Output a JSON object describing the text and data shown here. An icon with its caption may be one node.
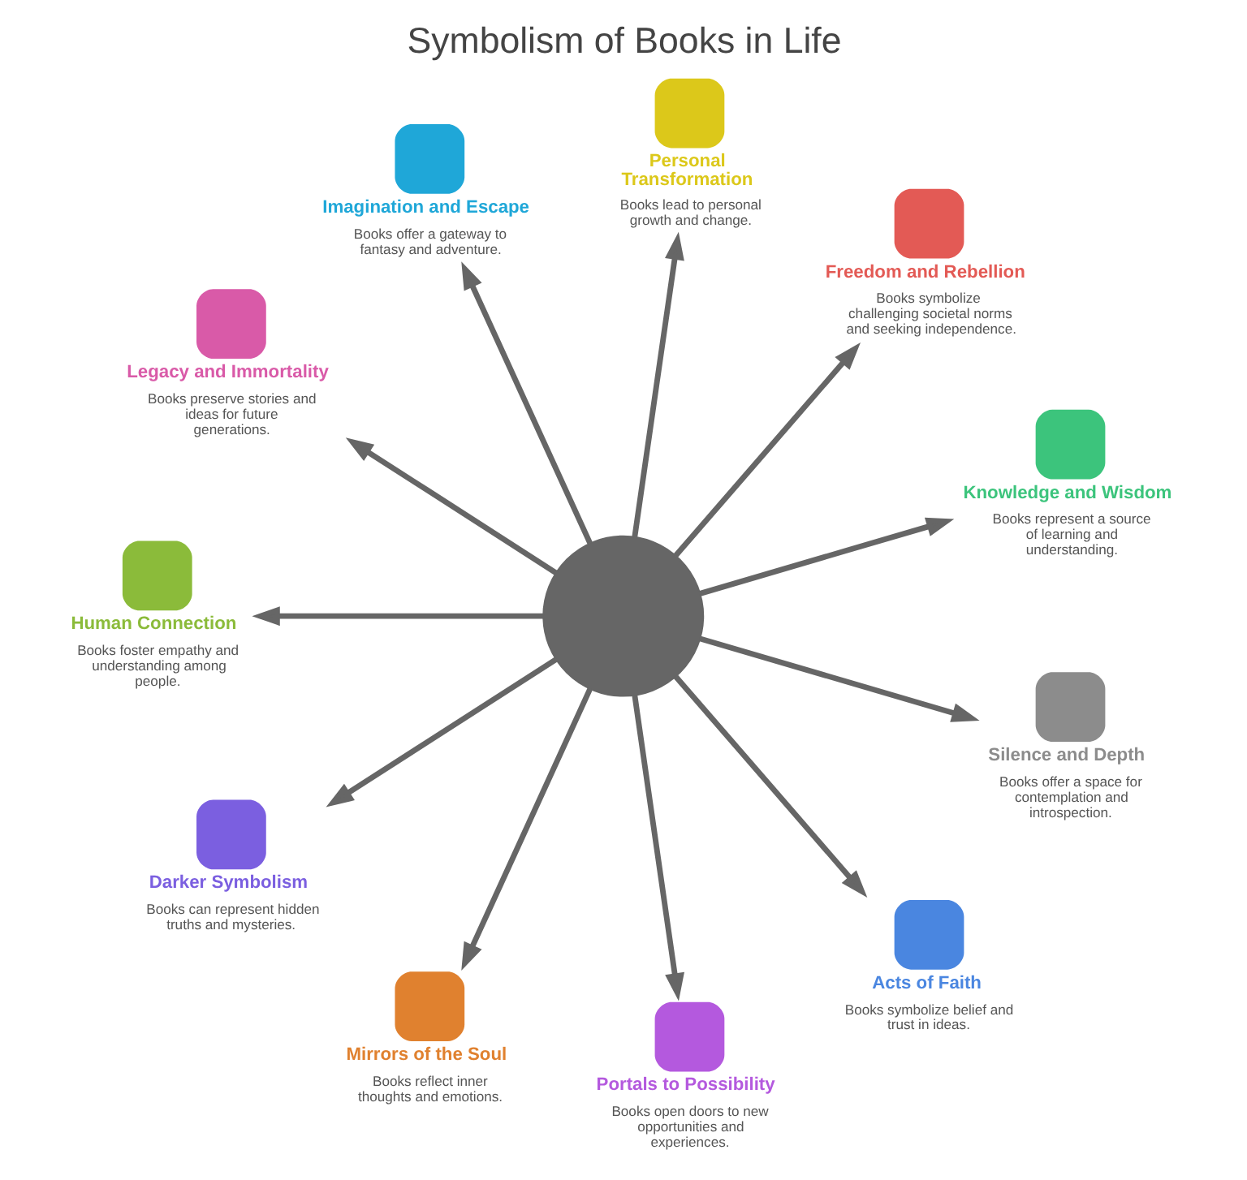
{
  "diagram": {
    "title": "Symbolism of Books in Life",
    "nodes": [
      {
        "text": [],
        "shape": "circle"
      },
      {
        "text": [
          "Knowledge and Wisdom",
          "Books represent a source of learning and understanding."
        ]
      },
      {
        "text": [
          "Freedom and Rebellion",
          "Books symbolize challenging societal norms and seeking independence."
        ]
      },
      {
        "text": [
          "Personal Transformation",
          "Books lead to personal growth and change."
        ]
      },
      {
        "text": [
          "Imagination and Escape",
          "Books offer a gateway to fantasy and adventure."
        ]
      },
      {
        "text": [
          "Legacy and Immortality",
          "Books preserve stories and ideas for future generations."
        ]
      },
      {
        "text": [
          "Human Connection",
          "Books foster empathy and understanding among people."
        ]
      },
      {
        "text": [
          "Darker Symbolism",
          "Books can represent hidden truths and mysteries."
        ]
      },
      {
        "text": [
          "Mirrors of the Soul",
          "Books reflect inner thoughts and emotions."
        ]
      },
      {
        "text": [
          "Portals to Possibility",
          "Books open doors to new opportunities and experiences."
        ]
      },
      {
        "text": [
          "Acts of Faith",
          "Books symbolize belief and trust in ideas."
        ]
      },
      {
        "text": [
          "Silence and Depth",
          "Books offer a space for contemplation and introspection."
        ]
      }
    ],
    "edges": [
      {
        "from": 0,
        "to": 1,
        "arrow": "to"
      },
      {
        "from": 0,
        "to": 2,
        "arrow": "to"
      },
      {
        "from": 0,
        "to": 3,
        "arrow": "to"
      },
      {
        "from": 0,
        "to": 4,
        "arrow": "to"
      },
      {
        "from": 0,
        "to": 5,
        "arrow": "to"
      },
      {
        "from": 0,
        "to": 6,
        "arrow": "to"
      },
      {
        "from": 0,
        "to": 7,
        "arrow": "to"
      },
      {
        "from": 0,
        "to": 8,
        "arrow": "to"
      },
      {
        "from": 0,
        "to": 9,
        "arrow": "to"
      },
      {
        "from": 0,
        "to": 10,
        "arrow": "to"
      },
      {
        "from": 0,
        "to": 11,
        "arrow": "to"
      }
    ]
  }
}
